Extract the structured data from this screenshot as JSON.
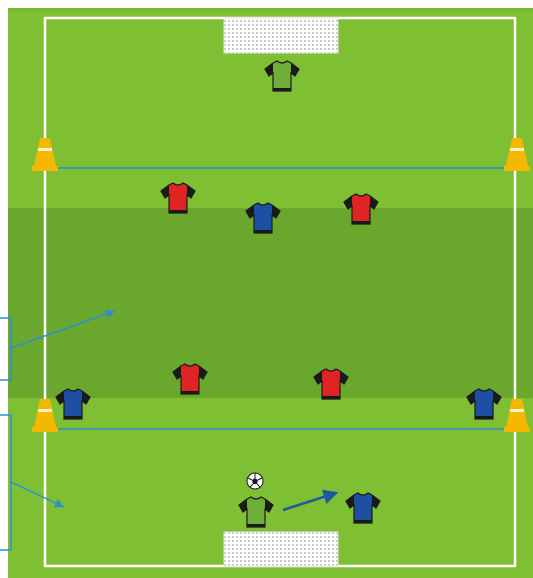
{
  "pitch": {
    "grass_light": "#7fbf33",
    "grass_dark": "#6aa82d",
    "line_color": "#ffffff",
    "zone_line_color": "#2e8fd0",
    "arrow_color": "#2e8fd0",
    "pass_arrow_color": "#1f5aa0"
  },
  "teams": {
    "red": {
      "shirt": "#e02424",
      "sleeve": "#1a1a1a"
    },
    "blue": {
      "shirt": "#1d4fa3",
      "sleeve": "#1a1a1a"
    },
    "goalkeeper": {
      "shirt": "#6fae3a",
      "sleeve": "#1a1a1a"
    }
  },
  "equipment": {
    "cone": "#f5b800",
    "ball_icon": "soccer-ball-icon",
    "goal_icon": "goal-net-icon"
  },
  "counts": {
    "red_players": 4,
    "blue_players": 4,
    "goalkeepers": 2,
    "cones": 4,
    "goals": 2
  }
}
